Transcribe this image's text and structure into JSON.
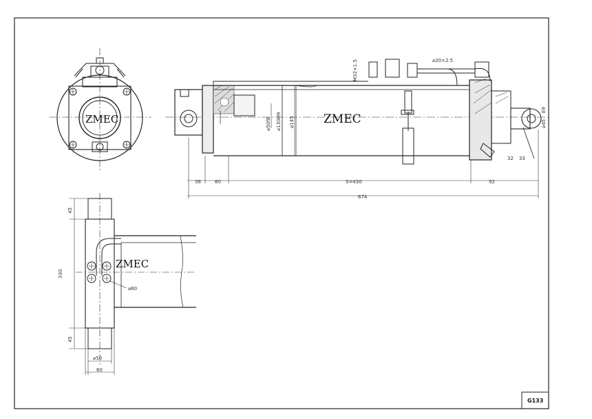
{
  "drawing": {
    "brand": "ZMEC",
    "drawing_code": "G133"
  },
  "dimensions": {
    "port_thread": "M32×1.5",
    "pipe_size": "⌀20×2.5",
    "rod_dia": "⌀50f8",
    "bore_dia": "⌀130H9",
    "outer_dia": "⌀145",
    "pin_dia": "⌀45",
    "pin_fit": "E9",
    "pin_a": "32",
    "pin_b": "33",
    "len_a": "38",
    "len_b": "60",
    "stroke": "S=430",
    "len_c": "92",
    "total_len": "674",
    "top_45": "45",
    "height_330": "330",
    "bot_45": "45",
    "bolt_circle": "⌀60",
    "shaft_50": "⌀50",
    "width_60": "60"
  }
}
